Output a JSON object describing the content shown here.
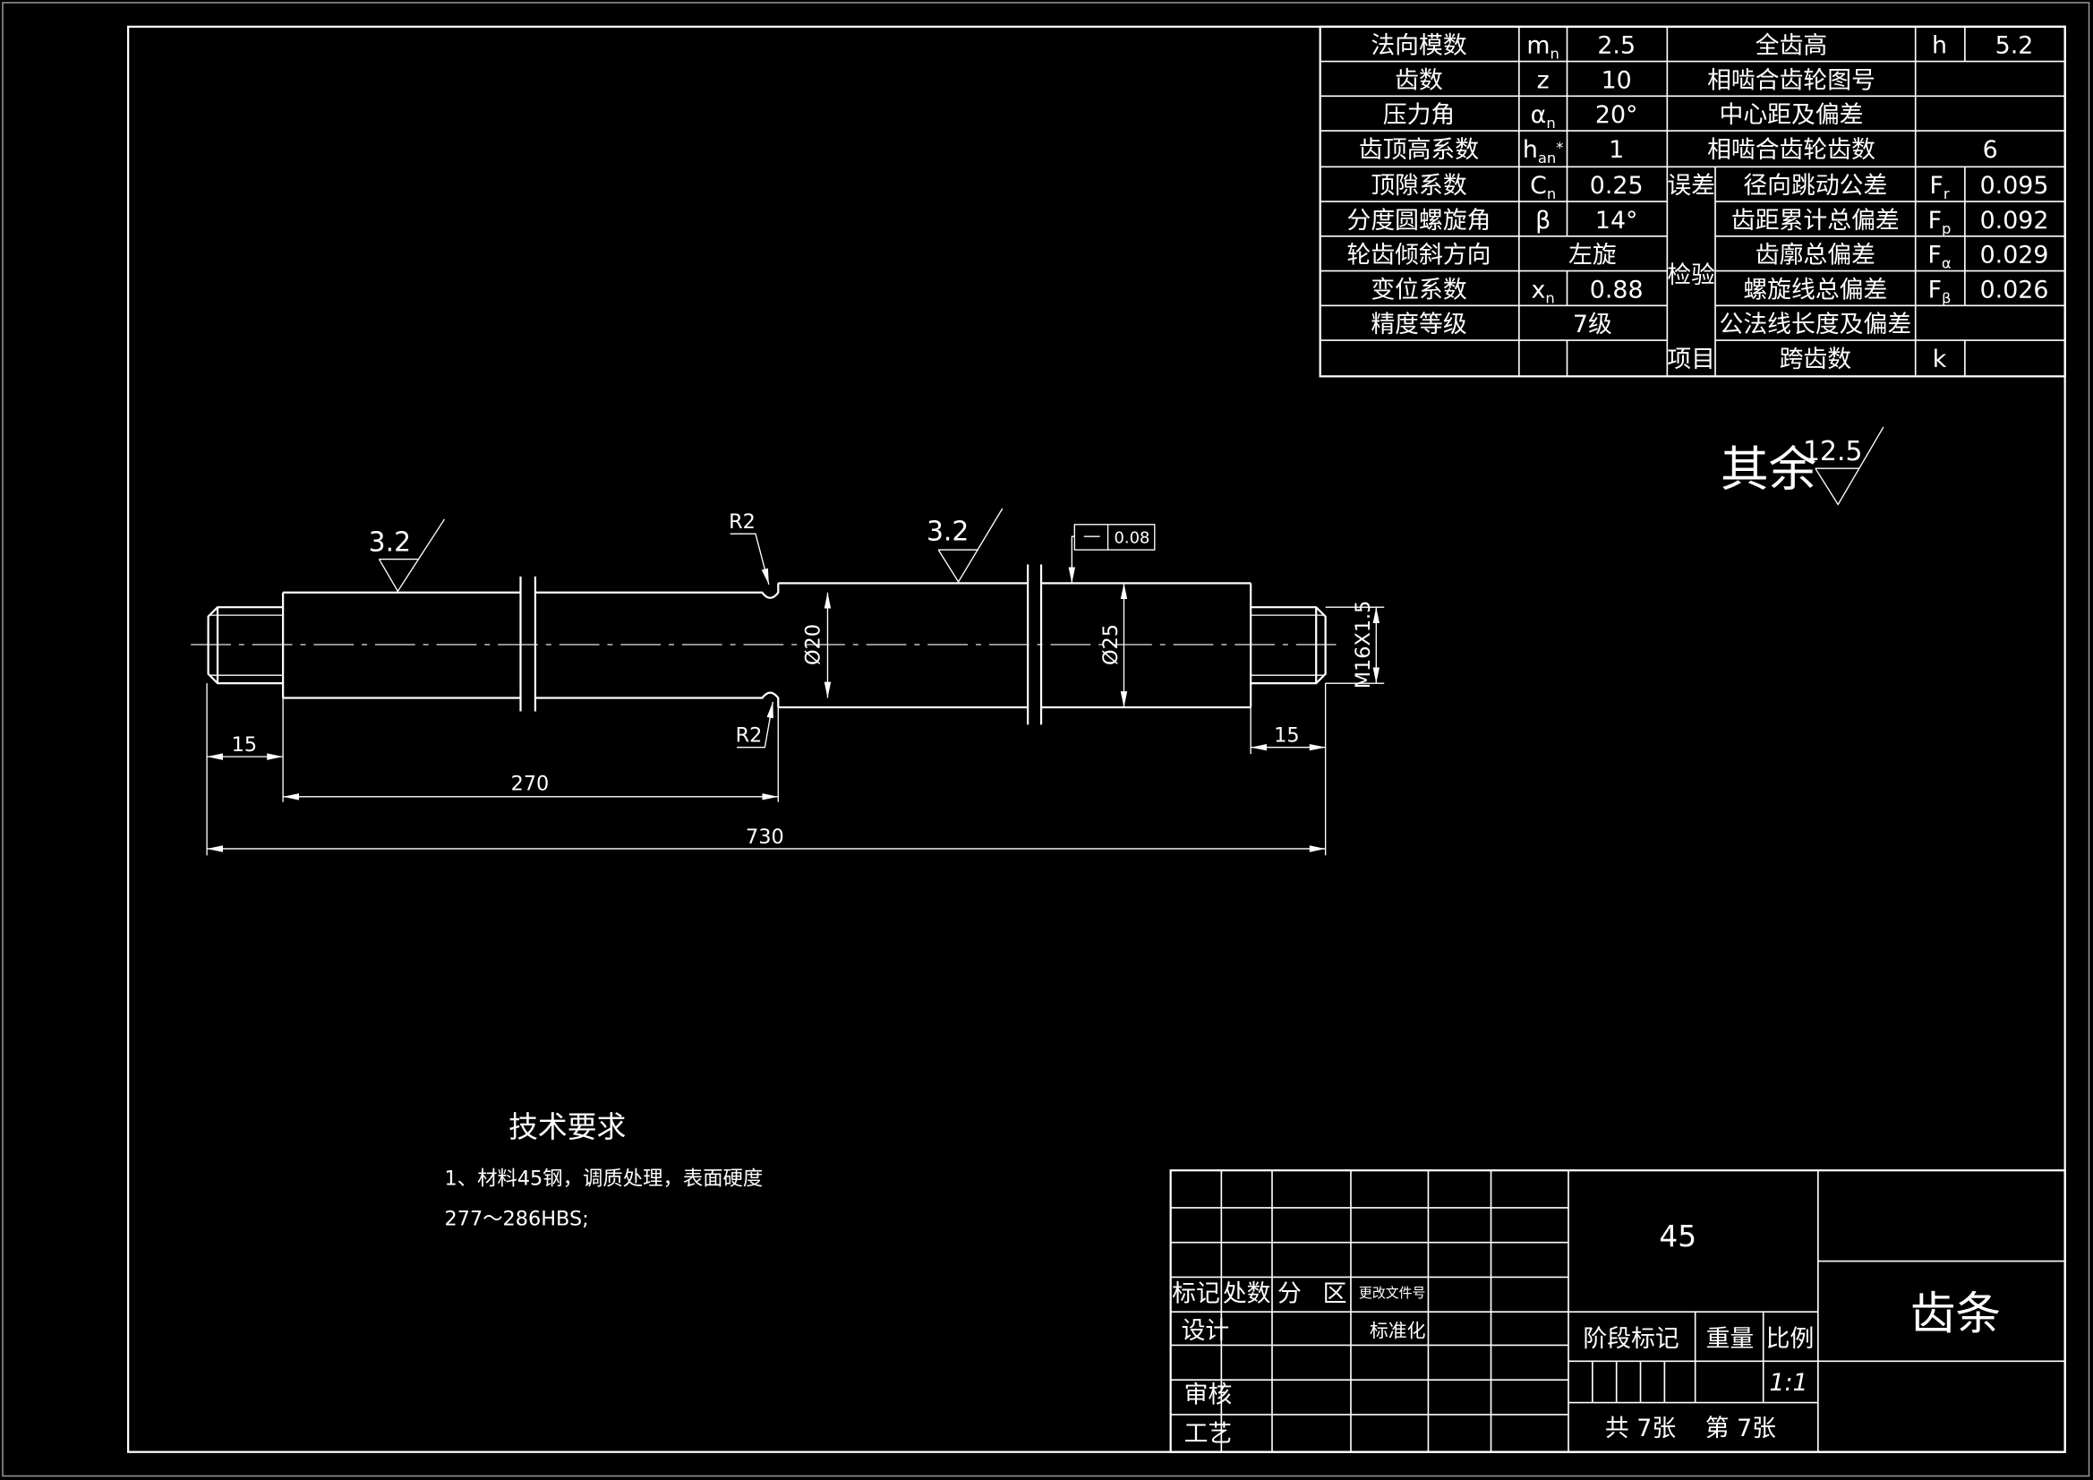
{
  "colors": {
    "background": "#000000",
    "lines": "#ffffff",
    "sheet_trim": "#9a9a9a"
  },
  "params_table": {
    "left_rows": [
      {
        "name": "法向模数",
        "sym": "m",
        "sub": "n",
        "value": "2.5"
      },
      {
        "name": "齿数",
        "sym": "z",
        "value": "10"
      },
      {
        "name": "压力角",
        "sym": "α",
        "sub": "n",
        "value": "20°"
      },
      {
        "name": "齿顶高系数",
        "sym": "h",
        "sub": "an",
        "sup": "*",
        "value": "1"
      },
      {
        "name": "顶隙系数",
        "sym": "C",
        "sub": "n",
        "value": "0.25"
      },
      {
        "name": "分度圆螺旋角",
        "sym": "β",
        "value": "14°"
      },
      {
        "name": "轮齿倾斜方向",
        "value": "左旋"
      },
      {
        "name": "变位系数",
        "sym": "x",
        "sub": "n",
        "value": "0.88"
      },
      {
        "name": "精度等级",
        "value": "7级"
      }
    ],
    "right_rows": [
      {
        "name": "全齿高",
        "sym": "h",
        "value": "5.2"
      },
      {
        "name": "相啮合齿轮图号"
      },
      {
        "name": "中心距及偏差"
      },
      {
        "name": "相啮合齿轮齿数",
        "value": "6"
      }
    ],
    "inspection_group": [
      "误差",
      "检验",
      "项目"
    ],
    "inspection_rows": [
      {
        "name": "径向跳动公差",
        "sym": "F",
        "sub": "r",
        "value": "0.095"
      },
      {
        "name": "齿距累计总偏差",
        "sym": "F",
        "sub": "p",
        "value": "0.092"
      },
      {
        "name": "齿廓总偏差",
        "sym": "F",
        "sub": "α",
        "value": "0.029"
      },
      {
        "name": "螺旋线总偏差",
        "sym": "F",
        "sub": "β",
        "value": "0.026"
      },
      {
        "name": "公法线长度及偏差"
      },
      {
        "name": "跨齿数",
        "sym": "k"
      }
    ]
  },
  "surface_finish": {
    "marks": [
      "3.2",
      "3.2"
    ],
    "other_label": "其余",
    "other_value": "12.5"
  },
  "callouts": {
    "fillet_top": "R2",
    "fillet_bottom": "R2",
    "form_tolerance": "0.08"
  },
  "dimensions": {
    "left_thread_length": "15",
    "body_length": "270",
    "total_length": "730",
    "right_thread_length": "15",
    "small_diameter": "Ø20",
    "large_diameter": "Ø25",
    "thread_spec": "M16X1.5"
  },
  "tech_requirements": {
    "title": "技术要求",
    "lines": [
      "1、材料45钢，调质处理，表面硬度",
      "277～286HBS;"
    ]
  },
  "title_block": {
    "material": "45",
    "part_name": "齿条",
    "change_headers": {
      "mark": "标记",
      "count": "处数",
      "zone_1": "分",
      "zone_2": "区",
      "doc_no": "更改文件号"
    },
    "design": "设计",
    "standardization": "标准化",
    "review": "审核",
    "process": "工艺",
    "stage_mark": "阶段标记",
    "weight": "重量",
    "scale_label": "比例",
    "scale": "1:1",
    "sheet_total": "共 7张",
    "sheet_index": "第 7张"
  }
}
